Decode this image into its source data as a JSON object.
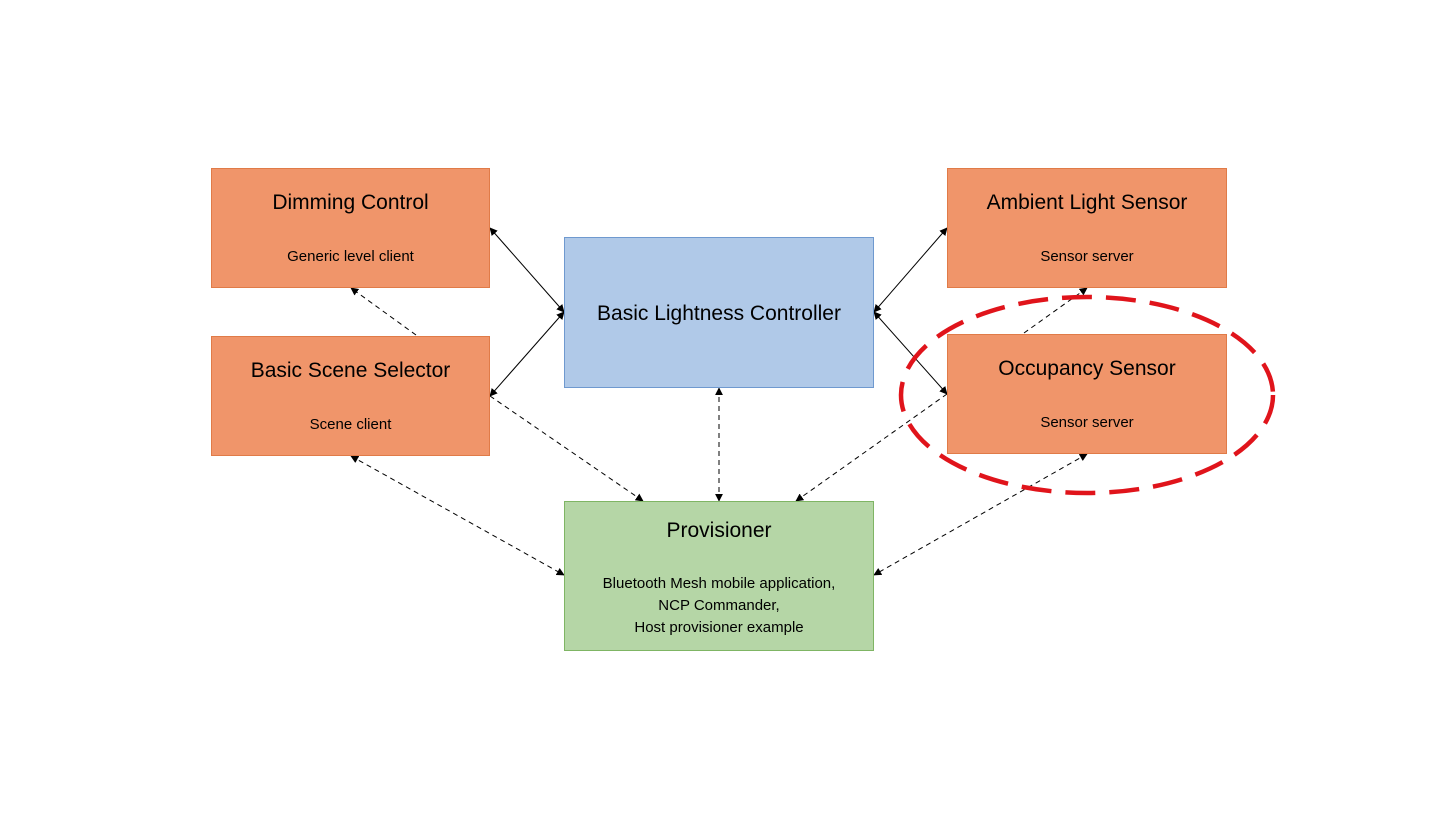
{
  "diagram": {
    "nodes": {
      "dimming_control": {
        "title": "Dimming Control",
        "subtitle": "Generic level client",
        "color": "#f0956a"
      },
      "basic_scene_selector": {
        "title": "Basic Scene Selector",
        "subtitle": "Scene client",
        "color": "#f0956a"
      },
      "basic_lightness_controller": {
        "title": "Basic Lightness Controller",
        "color": "#b0c9e8"
      },
      "ambient_light_sensor": {
        "title": "Ambient Light Sensor",
        "subtitle": "Sensor server",
        "color": "#f0956a"
      },
      "occupancy_sensor": {
        "title": "Occupancy Sensor",
        "subtitle": "Sensor server",
        "color": "#f0956a",
        "highlighted": true,
        "highlight_color": "#e0141b"
      },
      "provisioner": {
        "title": "Provisioner",
        "subtitle_lines": [
          "Bluetooth Mesh mobile application,",
          "NCP Commander,",
          "Host provisioner example"
        ],
        "color": "#b5d6a6"
      }
    },
    "edges": [
      {
        "from": "dimming_control",
        "to": "basic_lightness_controller",
        "style": "solid",
        "arrows": "both"
      },
      {
        "from": "basic_scene_selector",
        "to": "basic_lightness_controller",
        "style": "solid",
        "arrows": "both"
      },
      {
        "from": "ambient_light_sensor",
        "to": "basic_lightness_controller",
        "style": "solid",
        "arrows": "both"
      },
      {
        "from": "occupancy_sensor",
        "to": "basic_lightness_controller",
        "style": "solid",
        "arrows": "both"
      },
      {
        "from": "basic_scene_selector",
        "to": "dimming_control",
        "style": "dashed",
        "arrows": "end"
      },
      {
        "from": "occupancy_sensor",
        "to": "ambient_light_sensor",
        "style": "dashed",
        "arrows": "end"
      },
      {
        "from": "basic_lightness_controller",
        "to": "provisioner",
        "style": "dashed",
        "arrows": "both"
      },
      {
        "from": "basic_scene_selector",
        "to": "provisioner",
        "style": "dashed",
        "arrows": "end"
      },
      {
        "from": "basic_scene_selector",
        "to": "provisioner",
        "style": "dashed",
        "arrows": "both"
      },
      {
        "from": "occupancy_sensor",
        "to": "provisioner",
        "style": "dashed",
        "arrows": "end"
      },
      {
        "from": "occupancy_sensor",
        "to": "provisioner",
        "style": "dashed",
        "arrows": "both"
      }
    ]
  }
}
